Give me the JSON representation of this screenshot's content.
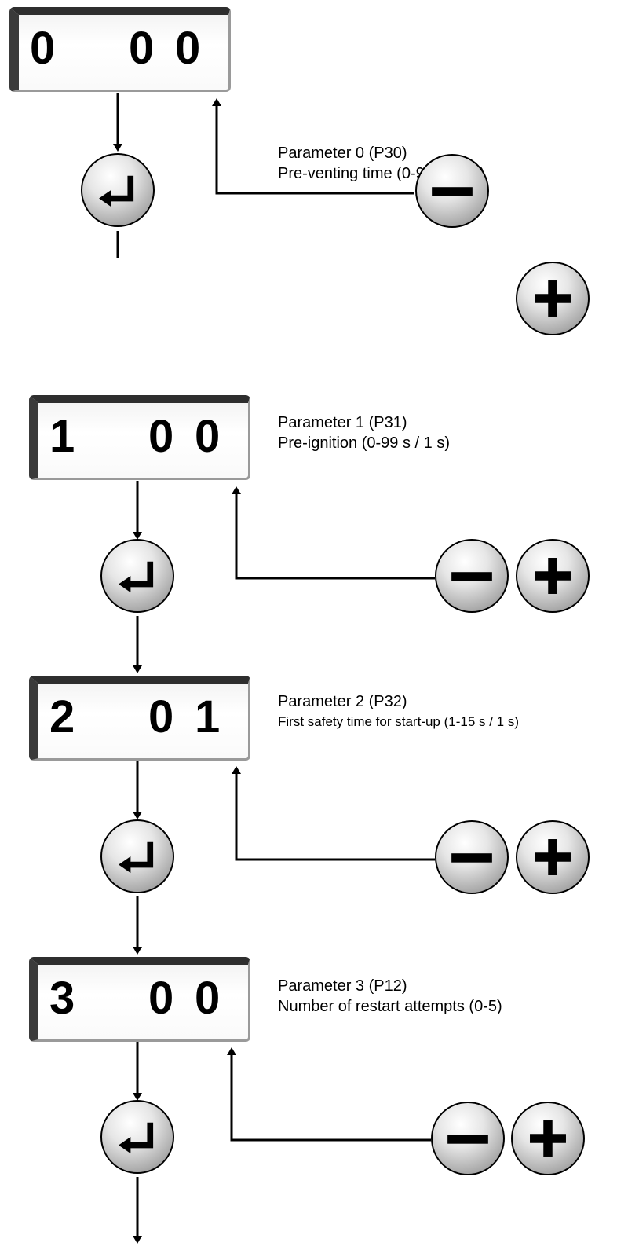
{
  "steps": [
    {
      "display": {
        "param": "0",
        "v1": "0",
        "v2": "0"
      },
      "title": "Parameter 0 (P30)",
      "desc": "Pre-venting time (0-99 s / 1 s)"
    },
    {
      "display": {
        "param": "1",
        "v1": "0",
        "v2": "0"
      },
      "title": "Parameter 1 (P31)",
      "desc": "Pre-ignition (0-99 s / 1 s)"
    },
    {
      "display": {
        "param": "2",
        "v1": "0",
        "v2": "1"
      },
      "title": "Parameter 2 (P32)",
      "desc": "First safety time for start-up (1-15 s / 1 s)"
    },
    {
      "display": {
        "param": "3",
        "v1": "0",
        "v2": "0"
      },
      "title": "Parameter 3 (P12)",
      "desc": "Number of restart attempts (0-5)"
    }
  ],
  "icons": {
    "enter": "enter-return-icon",
    "minus": "minus-icon",
    "plus": "plus-icon"
  }
}
